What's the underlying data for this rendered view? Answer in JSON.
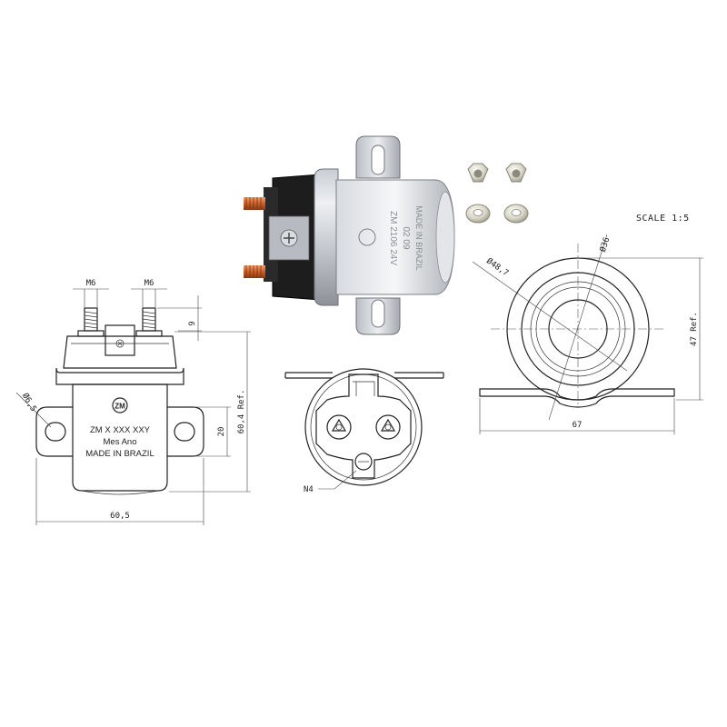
{
  "scale_label": "SCALE  1:5",
  "front_view": {
    "thread_left": "M6",
    "thread_right": "M6",
    "dim_top": "9",
    "dim_hole_dia": "Ø6,5",
    "dim_height": "60,4 Ref.",
    "dim_slot": "20",
    "dim_width": "60,5",
    "logo": "ZM",
    "marking_line1": "ZM X XXX XXY",
    "marking_line2": "Mes Ano",
    "marking_line3": "MADE IN BRAZIL"
  },
  "end_view": {
    "callout": "N4"
  },
  "side_view": {
    "dim_dia_small": "Ø36",
    "dim_dia_large": "Ø48,7",
    "dim_height": "47 Ref.",
    "dim_width": "67"
  },
  "photo": {
    "housing_text_1": "ZM 2106 24V",
    "housing_text_2": "02 09",
    "housing_text_3": "MADE IN BRAZIL"
  }
}
